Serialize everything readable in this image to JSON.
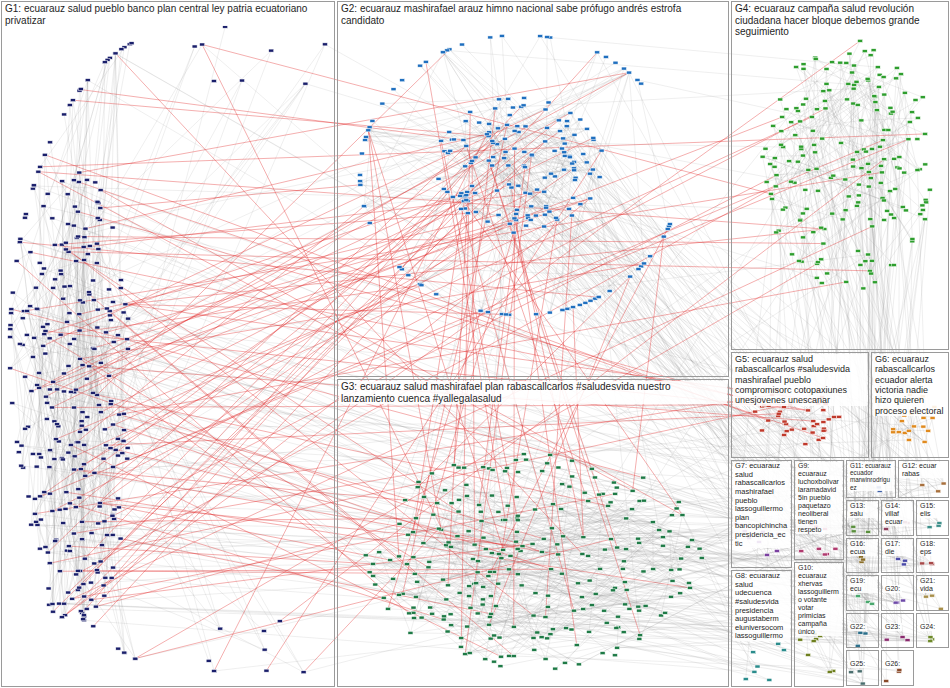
{
  "diagram": {
    "nodes": [
      {
        "text": [
          "G1: ecuarauz salud pueblo banco plan central ley patria ecuatoriano privatizar"
        ]
      },
      {
        "text": [
          "G2: ecuarauz mashirafael arauz himno nacional sabe prófugo andrés estrofa candidato"
        ]
      },
      {
        "text": [
          "G4: ecuarauz campaña salud revolución ciudadana hacer bloque debemos grande seguimiento"
        ]
      },
      {
        "text": [
          "G3: ecuarauz salud mashirafael plan rabascallcarlos #saludesvida nuestro lanzamiento cuenca #yallegalasalud"
        ]
      },
      {
        "text": [
          "G5: ecuarauz salud rabascallcarlos #saludesvida mashirafael pueblo compromisorc cotopaxiunes unesjovenes unescanar"
        ]
      },
      {
        "text": [
          "G6: ecuarauz rabascallcarlos ecuador alerta victoria nadie hizo quieren proceso electoral"
        ]
      },
      {
        "text": [
          "G7: ecuarauz salud rabascallcarlos mashirafael pueblo lassoguillermo plan bancopichincha presidencia_ec tic"
        ]
      },
      {
        "text": [
          "G8: ecuarauz salud udecuenca #saludesvida presidencia augustaberm eluniversocom lassoguillermo"
        ]
      },
      {
        "text": [
          "G9: ecuarauz luchoxbolivar laramadavid 5in pueblo paquetazo neoliberal tienen respeto"
        ]
      },
      {
        "text": [
          "G10: ecuarauz xhervas lassoguillermo votante votar primicias campaña único"
        ]
      },
      {
        "text": [
          "G11: ecuarauz ecuador marwinrodriguez"
        ]
      },
      {
        "text": [
          "G12: ecuar rabas"
        ]
      },
      {
        "text": [
          "G13: salu"
        ]
      },
      {
        "text": [
          "G14: villaf ecuar"
        ]
      },
      {
        "text": [
          "G15: elis"
        ]
      },
      {
        "text": [
          "G16: ecua"
        ]
      },
      {
        "text": [
          "G17: die"
        ]
      },
      {
        "text": [
          "G18: eps"
        ]
      },
      {
        "text": [
          "G19: ecu"
        ]
      },
      {
        "text": [
          "G20:"
        ]
      },
      {
        "text": [
          "G21: vida"
        ]
      },
      {
        "text": [
          "G22:"
        ]
      },
      {
        "text": [
          "G23:"
        ]
      },
      {
        "text": [
          "G24:"
        ]
      },
      {
        "text": [
          "G25:"
        ]
      },
      {
        "text": [
          "G26:"
        ]
      }
    ]
  }
}
